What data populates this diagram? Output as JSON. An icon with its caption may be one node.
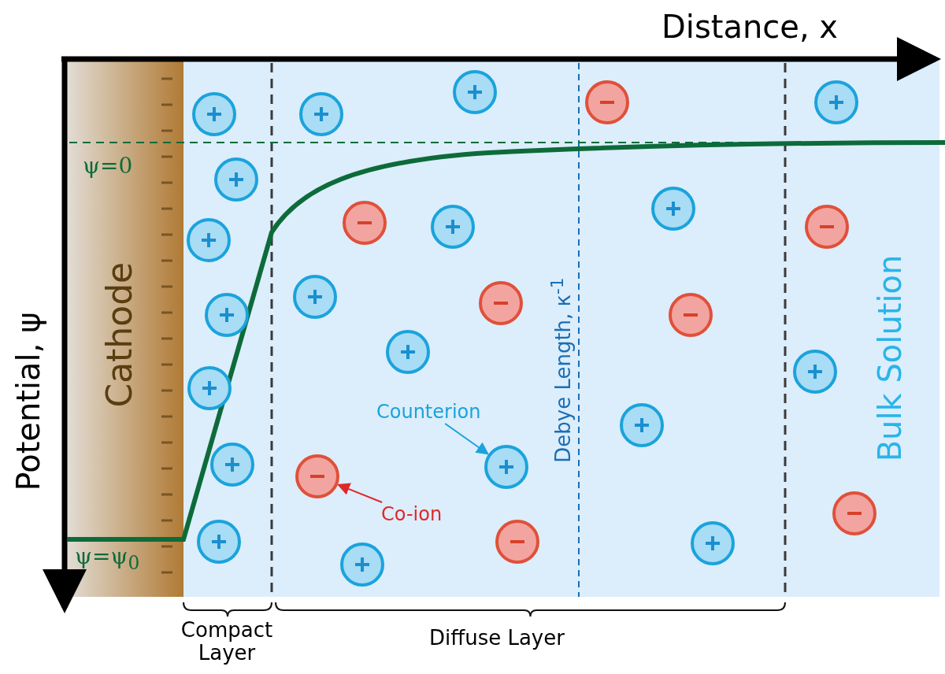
{
  "diagram": {
    "nodes": [
      {
        "text": [
          "Counterion"
        ]
      },
      {
        "text": [],
        "shape": "circle"
      },
      {
        "text": [
          "Co-ion"
        ]
      },
      {
        "text": [],
        "shape": "circle"
      }
    ],
    "edges": [
      {
        "from": 0,
        "to": 3,
        "arrow": "to",
        "color": "#1aa3dc"
      },
      {
        "from": 2,
        "to": 1,
        "arrow": "to",
        "color": "#e02828"
      }
    ],
    "labels": [
      "Distance, x",
      "ψ=0",
      "Cathode",
      "Potential, ψ",
      "Debye Length, κ$^{-1}$",
      "Bulk Solution",
      "ψ=ψ$_{0}$",
      "Compact Layer",
      "Diffuse Layer"
    ]
  }
}
